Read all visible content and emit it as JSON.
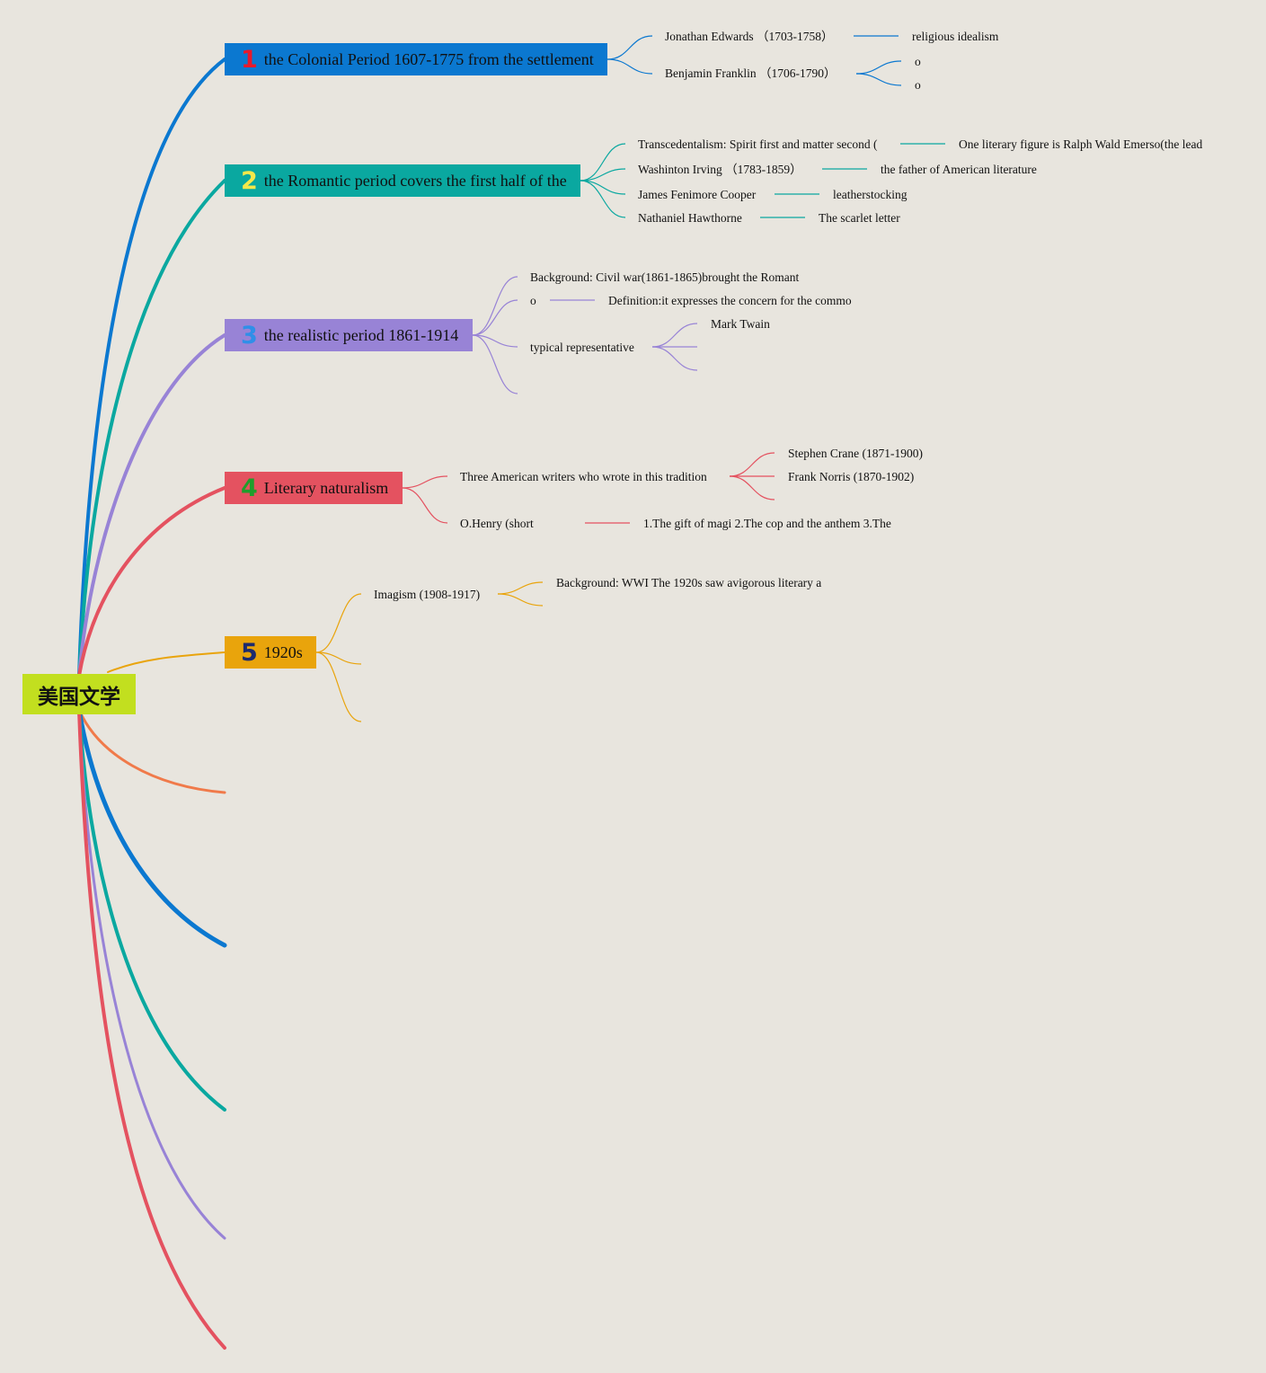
{
  "root": {
    "label": "美国文学",
    "color": "#c2df1f"
  },
  "branches": [
    {
      "number": "1",
      "label": "the Colonial Period 1607-1775 from the settlement",
      "color": "#0b78d0",
      "number_color": "#e8192c",
      "children": [
        {
          "label": "Jonathan Edwards （1703-1758）",
          "children": [
            "religious idealism"
          ]
        },
        {
          "label": "Benjamin Franklin （1706-1790）",
          "children": [
            "o",
            "o"
          ]
        }
      ]
    },
    {
      "number": "2",
      "label": "the Romantic period covers the first half of the",
      "color": "#0aa8a0",
      "number_color": "#f5e84a",
      "children": [
        {
          "label": "Transcedentalism: Spirit first and matter second (",
          "children": [
            "One literary figure is Ralph Wald Emerso(the lead"
          ]
        },
        {
          "label": "Washinton Irving （1783-1859）",
          "children": [
            "the father of American literature"
          ]
        },
        {
          "label": "James Fenimore Cooper",
          "children": [
            "leatherstocking"
          ]
        },
        {
          "label": "Nathaniel Hawthorne",
          "children": [
            "The scarlet letter"
          ]
        }
      ]
    },
    {
      "number": "3",
      "label": "the realistic period 1861-1914",
      "color": "#9883d6",
      "number_color": "#2f8fe8",
      "children": [
        {
          "label": "Background: Civil war(1861-1865)brought the Romant",
          "children": []
        },
        {
          "label": "o",
          "children": [
            "Definition:it expresses the concern for the commo"
          ]
        },
        {
          "label": "typical representative",
          "children": [
            "Mark Twain",
            "",
            ""
          ]
        },
        {
          "label": "",
          "children": []
        }
      ]
    },
    {
      "number": "4",
      "label": "Literary naturalism",
      "color": "#e45260",
      "number_color": "#1f9e2c",
      "children": [
        {
          "label": "Three American writers who wrote in this tradition",
          "children": [
            "Stephen Crane (1871-1900)",
            "Frank Norris (1870-1902)",
            ""
          ]
        },
        {
          "label": "O.Henry (short",
          "children": [
            "1.The gift of magi 2.The cop and the anthem 3.The"
          ]
        }
      ]
    },
    {
      "number": "5",
      "label": "1920s",
      "color": "#e9a40c",
      "number_color": "#1d2a6e",
      "children": [
        {
          "label": "Imagism (1908-1917)",
          "children": [
            "Background: WWI The 1920s saw avigorous literary a",
            ""
          ]
        },
        {
          "label": "",
          "children": []
        },
        {
          "label": "",
          "children": []
        }
      ]
    }
  ],
  "empty_branch_colors": [
    "#f07a4a",
    "#0b78d0",
    "#0aa8a0",
    "#9883d6",
    "#e45260"
  ]
}
